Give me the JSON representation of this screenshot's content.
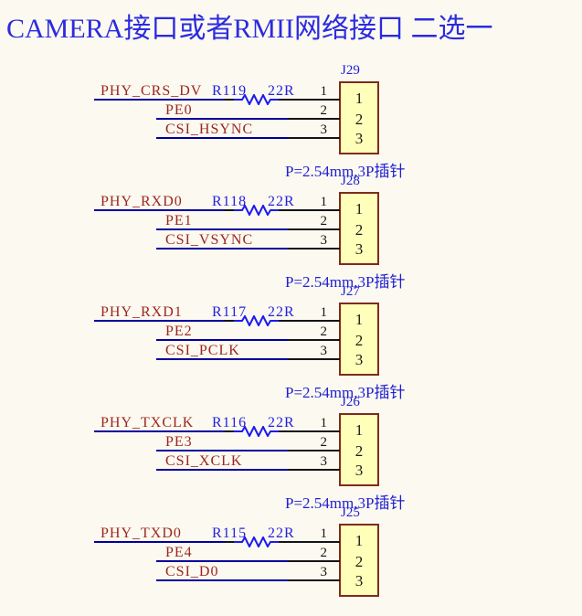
{
  "title": "CAMERA接口或者RMII网络接口 二选一",
  "colors": {
    "background": "#FCF9F0",
    "title_blue": "#2B2BE0",
    "designator_blue": "#2020D4",
    "component_text_blue": "#2222DC",
    "wire_blue": "#00009B",
    "net_label_red": "#9B261E",
    "connector_fill": "#FFFFB9",
    "connector_border": "#7E2C1B",
    "pin_black": "#141414"
  },
  "blocks": [
    {
      "designator": "J29",
      "pins": [
        "1",
        "2",
        "3"
      ],
      "pitch_label": "P=2.54mm,3P插针",
      "rows": [
        {
          "net": "PHY_CRS_DV",
          "pin": "1",
          "resistor_ref": "R119",
          "resistor_value": "22R"
        },
        {
          "net": "PE0",
          "pin": "2"
        },
        {
          "net": "CSI_HSYNC",
          "pin": "3"
        }
      ]
    },
    {
      "designator": "J28",
      "pins": [
        "1",
        "2",
        "3"
      ],
      "pitch_label": "P=2.54mm,3P插针",
      "rows": [
        {
          "net": "PHY_RXD0",
          "pin": "1",
          "resistor_ref": "R118",
          "resistor_value": "22R"
        },
        {
          "net": "PE1",
          "pin": "2"
        },
        {
          "net": "CSI_VSYNC",
          "pin": "3"
        }
      ]
    },
    {
      "designator": "J27",
      "pins": [
        "1",
        "2",
        "3"
      ],
      "pitch_label": "P=2.54mm,3P插针",
      "rows": [
        {
          "net": "PHY_RXD1",
          "pin": "1",
          "resistor_ref": "R117",
          "resistor_value": "22R"
        },
        {
          "net": "PE2",
          "pin": "2"
        },
        {
          "net": "CSI_PCLK",
          "pin": "3"
        }
      ]
    },
    {
      "designator": "J26",
      "pins": [
        "1",
        "2",
        "3"
      ],
      "pitch_label": "P=2.54mm,3P插针",
      "rows": [
        {
          "net": "PHY_TXCLK",
          "pin": "1",
          "resistor_ref": "R116",
          "resistor_value": "22R"
        },
        {
          "net": "PE3",
          "pin": "2"
        },
        {
          "net": "CSI_XCLK",
          "pin": "3"
        }
      ]
    },
    {
      "designator": "J25",
      "pins": [
        "1",
        "2",
        "3"
      ],
      "rows": [
        {
          "net": "PHY_TXD0",
          "pin": "1",
          "resistor_ref": "R115",
          "resistor_value": "22R"
        },
        {
          "net": "PE4",
          "pin": "2"
        },
        {
          "net": "CSI_D0",
          "pin": "3"
        }
      ]
    }
  ]
}
